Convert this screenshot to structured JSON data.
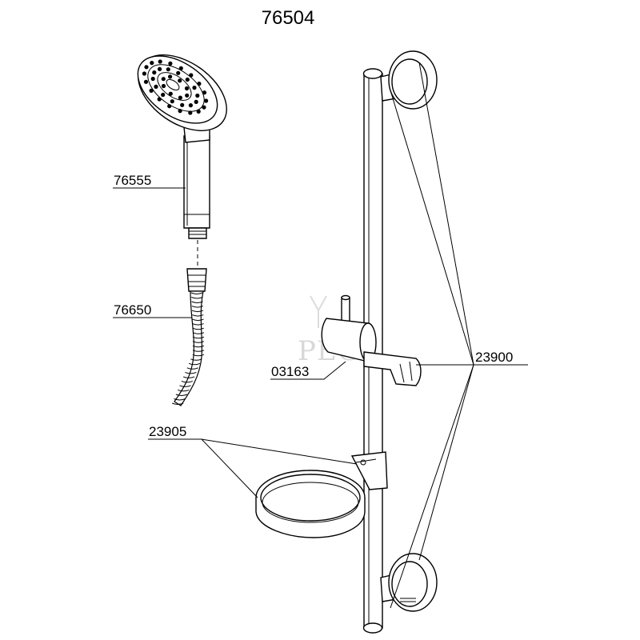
{
  "drawing": {
    "title": "76504",
    "watermark": "PEGU",
    "parts": [
      {
        "number": "76555"
      },
      {
        "number": "76650"
      },
      {
        "number": "03163"
      },
      {
        "number": "23900"
      },
      {
        "number": "23905"
      }
    ]
  }
}
